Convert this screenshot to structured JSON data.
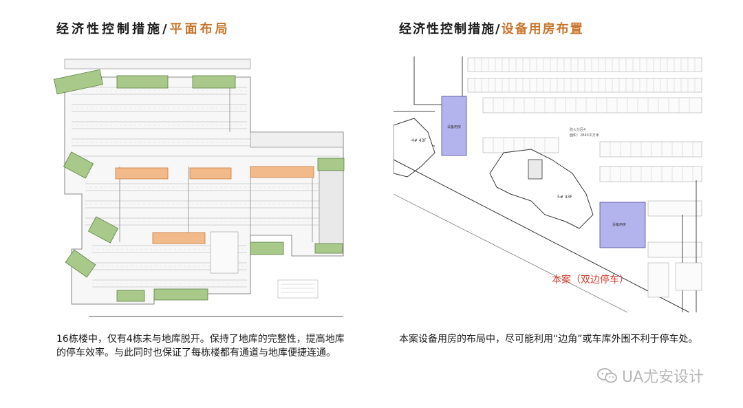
{
  "left": {
    "title_main": "经济性控制措施/",
    "title_accent": "平面布局",
    "caption": "16栋楼中，仅有4栋未与地库脱开。保持了地库的完整性，提高地库的停车效率。与此同时也保证了每栋楼都有通道与地库便捷连通。"
  },
  "right": {
    "title_main": "经济性控制措施/",
    "title_accent": "设备用房布置",
    "annotation": "本案（双边停车）",
    "labels": {
      "bldg_a": "4# 43F",
      "bldg_b": "5# 43F",
      "room_a": "设备用房",
      "room_b": "设备用房",
      "fire_zone": "防火分区4",
      "area_note": "面积：2840平方米"
    },
    "caption": "本案设备用房的布局中，尽可能利用“边角”或车库外围不利于停车处。"
  },
  "watermark": {
    "text": "UA尤安设计",
    "icon": "wechat-icon"
  },
  "colors": {
    "accent": "#c8752a",
    "green_building": "#a9c98a",
    "orange_building": "#f2b98a",
    "equipment_room": "#b3b3ee",
    "annotation_red": "#d43c2c"
  }
}
